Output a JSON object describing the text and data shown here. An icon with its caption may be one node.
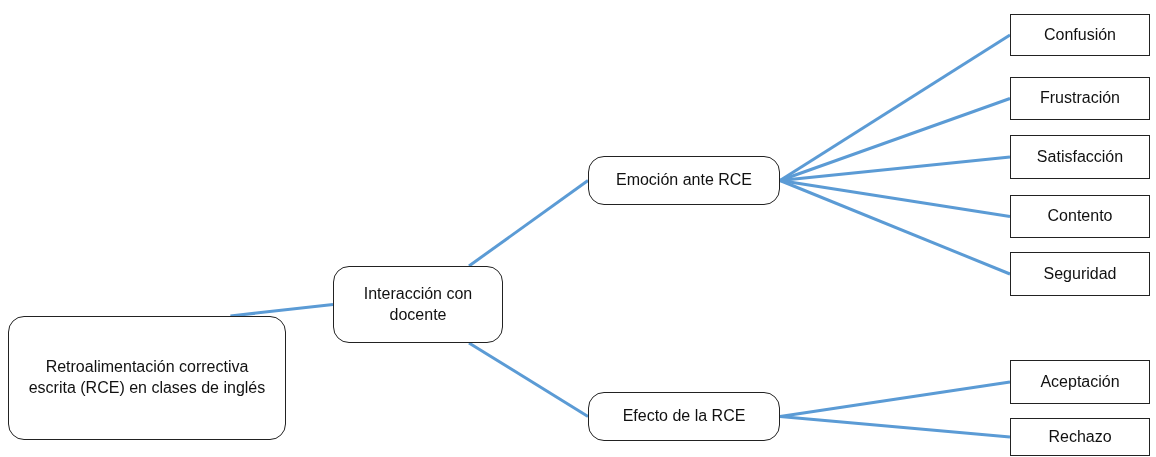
{
  "diagram": {
    "nodes": [
      {
        "text": [
          "Retroalimentación correctiva escrita (RCE) en clases de inglés"
        ]
      },
      {
        "text": [
          "Interacción con docente"
        ]
      },
      {
        "text": [
          "Emoción ante RCE"
        ]
      },
      {
        "text": [
          "Efecto de la RCE"
        ]
      },
      {
        "text": [
          "Confusión"
        ]
      },
      {
        "text": [
          "Frustración"
        ]
      },
      {
        "text": [
          "Satisfacción"
        ]
      },
      {
        "text": [
          "Contento"
        ]
      },
      {
        "text": [
          "Seguridad"
        ]
      },
      {
        "text": [
          "Aceptación"
        ]
      },
      {
        "text": [
          "Rechazo"
        ]
      }
    ],
    "edges": [
      {
        "from": 0,
        "to": 1,
        "arrow": "none"
      },
      {
        "from": 1,
        "to": 2,
        "arrow": "none"
      },
      {
        "from": 1,
        "to": 3,
        "arrow": "none"
      },
      {
        "from": 2,
        "to": 4,
        "arrow": "none"
      },
      {
        "from": 2,
        "to": 5,
        "arrow": "none"
      },
      {
        "from": 2,
        "to": 6,
        "arrow": "none"
      },
      {
        "from": 2,
        "to": 7,
        "arrow": "none"
      },
      {
        "from": 2,
        "to": 8,
        "arrow": "none"
      },
      {
        "from": 3,
        "to": 9,
        "arrow": "none"
      },
      {
        "from": 3,
        "to": 10,
        "arrow": "none"
      }
    ]
  }
}
